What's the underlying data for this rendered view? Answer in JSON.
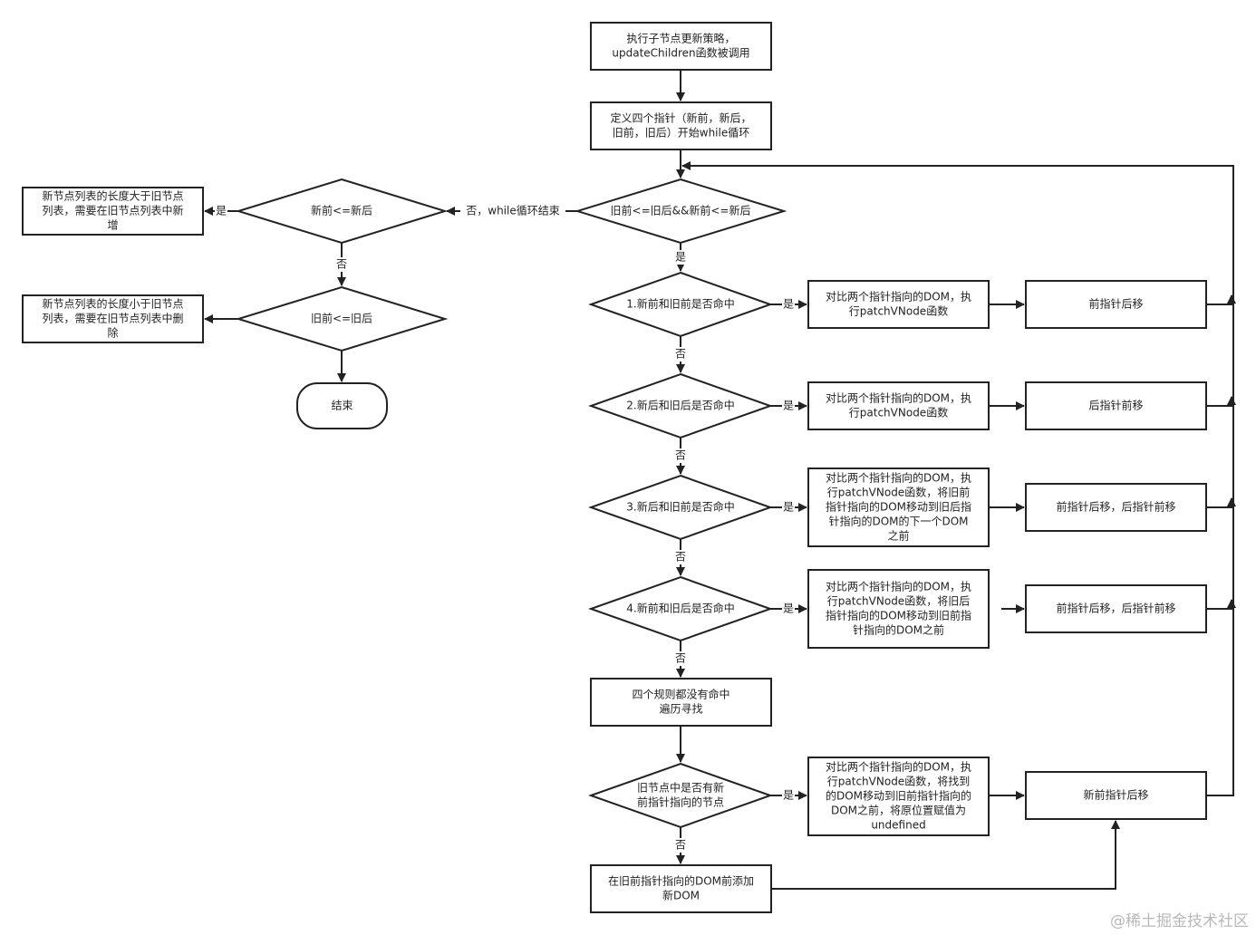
{
  "nodes": {
    "start": [
      "执行子节点更新策略，",
      "updateChildren函数被调用"
    ],
    "define": [
      "定义四个指针（新前，新后，",
      "旧前，旧后）开始while循环"
    ],
    "loop_cond": [
      "旧前<=旧后&&新前<=新后"
    ],
    "new_cond": [
      "新前<=新后"
    ],
    "add_box": [
      "新节点列表的长度大于旧节点",
      "列表，需要在旧节点列表中新",
      "增"
    ],
    "old_cond": [
      "旧前<=旧后"
    ],
    "del_box": [
      "新节点列表的长度小于旧节点",
      "列表，需要在旧节点列表中删",
      "除"
    ],
    "end": [
      "结束"
    ],
    "d1": [
      "1.新前和旧前是否命中"
    ],
    "a1": [
      "对比两个指针指向的DOM，执",
      "行patchVNode函数"
    ],
    "m1": [
      "前指针后移"
    ],
    "d2": [
      "2.新后和旧后是否命中"
    ],
    "a2": [
      "对比两个指针指向的DOM，执",
      "行patchVNode函数"
    ],
    "m2": [
      "后指针前移"
    ],
    "d3": [
      "3.新后和旧前是否命中"
    ],
    "a3": [
      "对比两个指针指向的DOM，执",
      "行patchVNode函数，将旧前",
      "指针指向的DOM移动到旧后指",
      "针指向的DOM的下一个DOM",
      "之前"
    ],
    "m3": [
      "前指针后移，后指针前移"
    ],
    "d4": [
      "4.新前和旧后是否命中"
    ],
    "a4": [
      "对比两个指针指向的DOM，执",
      "行patchVNode函数，将旧后",
      "指针指向的DOM移动到旧前指",
      "针指向的DOM之前"
    ],
    "m4": [
      "前指针后移，后指针前移"
    ],
    "search": [
      "四个规则都没有命中",
      "遍历寻找"
    ],
    "d5": [
      "旧节点中是否有新",
      "前指针指向的节点"
    ],
    "a5": [
      "对比两个指针指向的DOM，执",
      "行patchVNode函数，将找到",
      "的DOM移动到旧前指针指向的",
      "DOM之前，将原位置赋值为",
      "undefined"
    ],
    "m5": [
      "新前指针后移"
    ],
    "create": [
      "在旧前指针指向的DOM前添加",
      "新DOM"
    ]
  },
  "edge_labels": {
    "loop_no": "否，while循环结束",
    "yes": "是",
    "no": "否"
  },
  "watermark": "@稀土掘金技术社区"
}
